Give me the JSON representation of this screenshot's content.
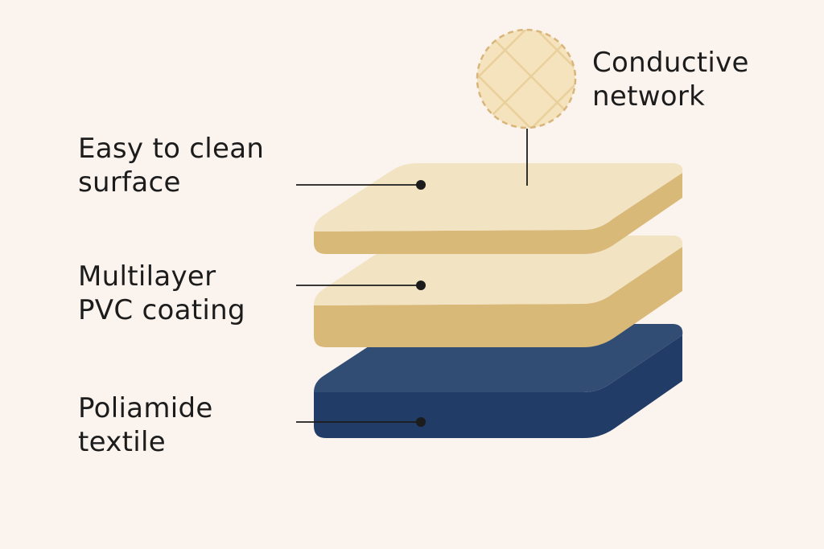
{
  "labels": {
    "surface": {
      "line1": "Easy to clean",
      "line2": "surface"
    },
    "pvc": {
      "line1": "Multilayer",
      "line2": "PVC coating"
    },
    "textile": {
      "line1": "Poliamide",
      "line2": "textile"
    },
    "network": {
      "line1": "Conductive",
      "line2": "network"
    }
  },
  "colors": {
    "background": "#fbf3ee",
    "cream_top": "#f2e3c3",
    "cream_side": "#d9b978",
    "navy_top": "#2f4a72",
    "navy_side": "#213d67",
    "callout_dot": "#1c1c1c",
    "lens_dash": "#d8b57a"
  },
  "icons": [
    "conductive-network-lens-icon"
  ]
}
